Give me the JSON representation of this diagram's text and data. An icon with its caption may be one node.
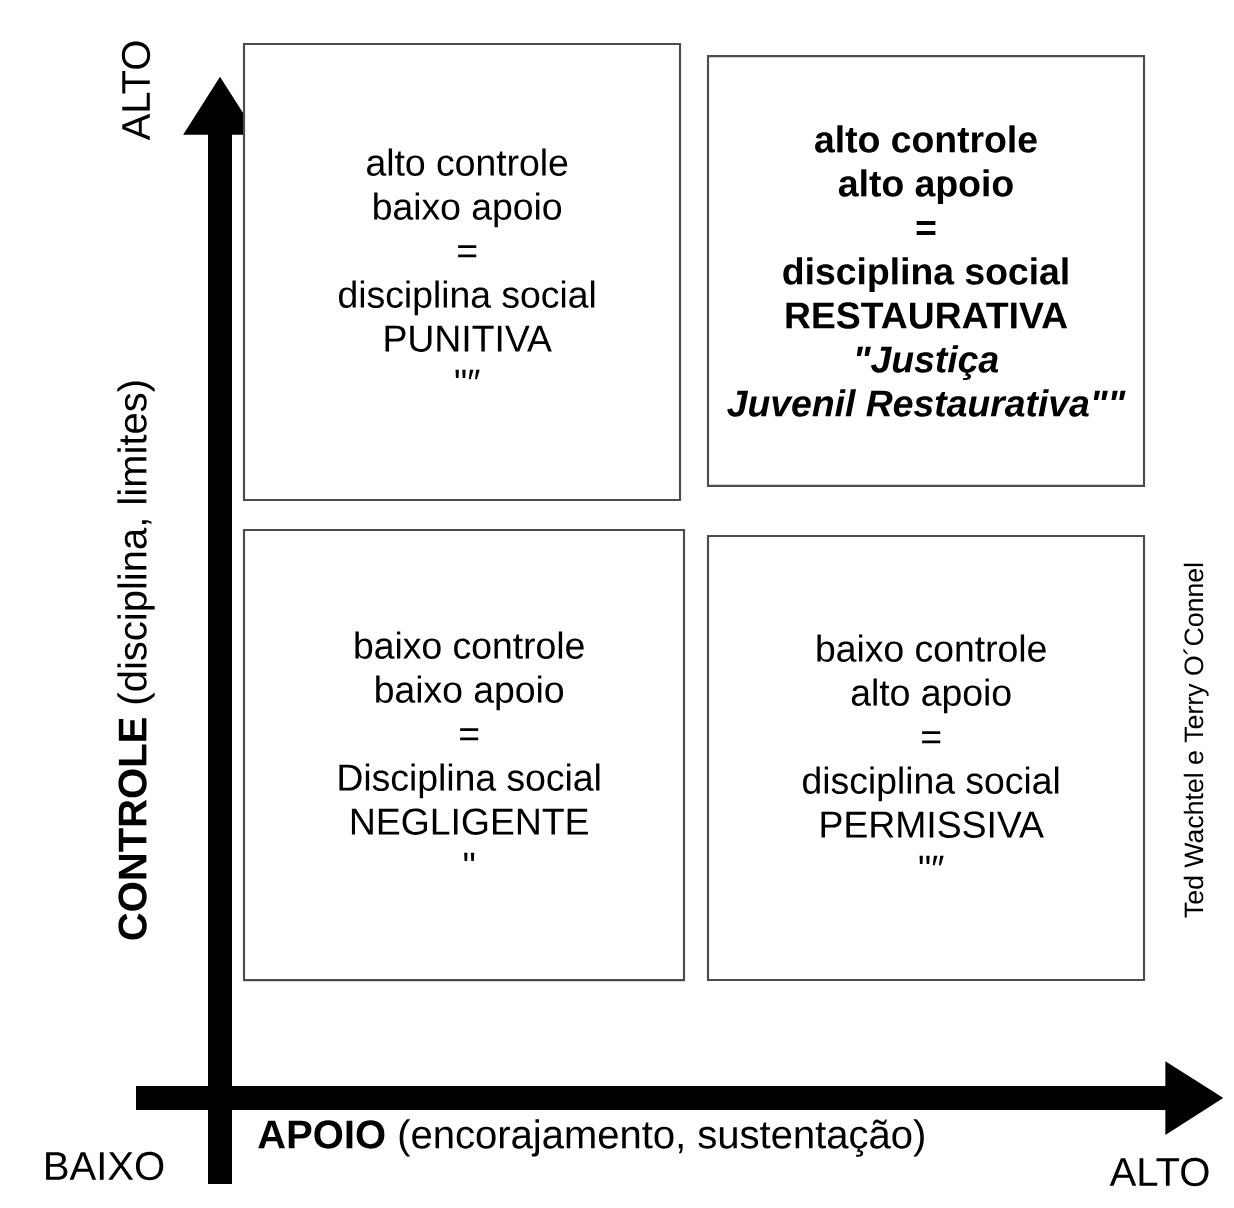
{
  "diagram": {
    "nodes": [
      {
        "text": [
          "alto controle",
          "baixo apoio",
          "=",
          "disciplina social",
          "PUNITIVA",
          "\"″"
        ]
      },
      {
        "text": [
          "alto controle",
          "alto apoio",
          "=",
          "disciplina social",
          "RESTAURATIVA",
          "\"Justiça",
          "Juvenil Restaurativa\"\""
        ]
      },
      {
        "text": [
          "baixo controle",
          "baixo apoio",
          "=",
          "Disciplina social",
          "NEGLIGENTE",
          "\""
        ]
      },
      {
        "text": [
          "baixo controle",
          "alto apoio",
          "=",
          "disciplina social",
          "PERMISSIVA",
          "\"″"
        ]
      }
    ],
    "labels": [
      "ALTO",
      "**CONTROLE**  (disciplina, limites)",
      "Ted Wachtel e Terry O´Connel",
      "BAIXO",
      "**APOIO** (encorajamento, sustentação)",
      "ALTO"
    ]
  }
}
